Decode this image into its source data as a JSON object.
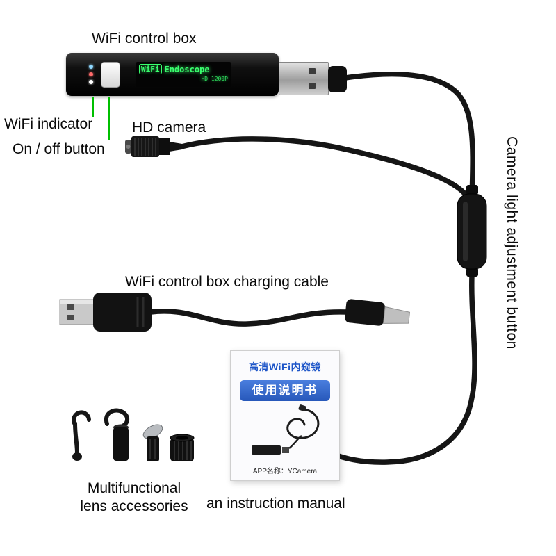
{
  "labels": {
    "wifi_control_box": "WiFi control box",
    "wifi_indicator": "WiFi indicator",
    "on_off_button": "On / off button",
    "hd_camera": "HD camera",
    "camera_light_button": "Camera light adjustment button",
    "charging_cable": "WiFi control box charging cable",
    "lens_accessories_line1": "Multifunctional",
    "lens_accessories_line2": "lens accessories",
    "instruction_manual": "an instruction manual"
  },
  "device_display": {
    "wifi": "WiFi",
    "name": "Endoscope",
    "resolution": "HD 1200P"
  },
  "manual": {
    "title": "高清WiFi内窥镜",
    "band": "使用说明书",
    "app": "APP名称：YCamera"
  },
  "colors": {
    "display_green": "#3aff6e",
    "indicator_line_green": "#00bf00",
    "manual_blue": "#2e62c6",
    "cable_black": "#151515"
  }
}
